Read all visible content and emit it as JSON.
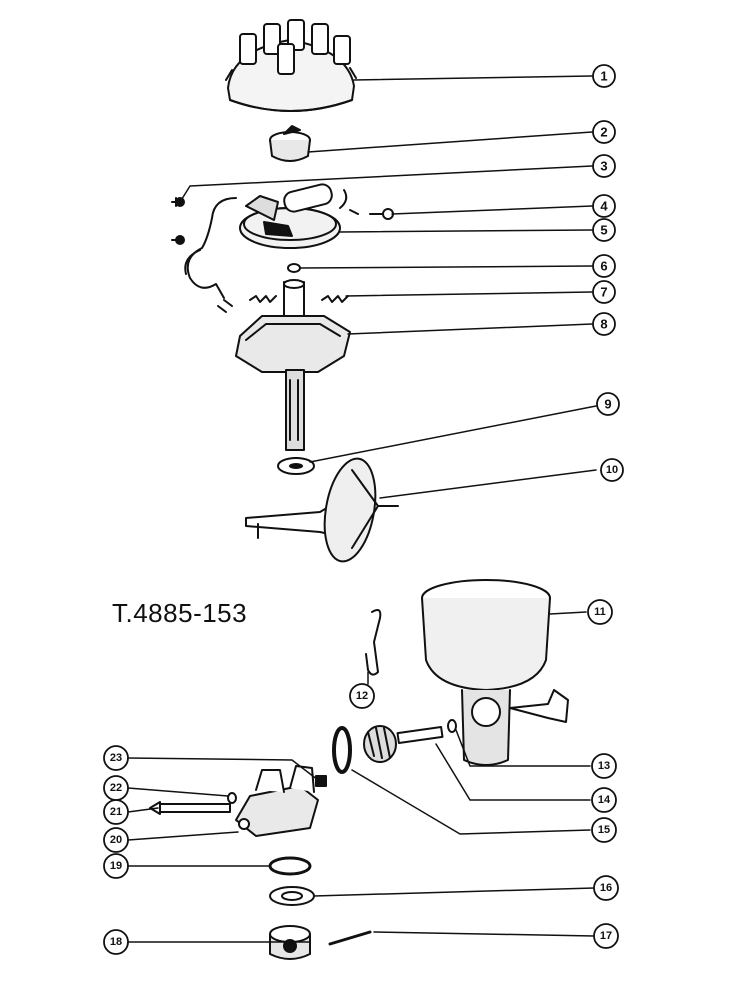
{
  "drawing": {
    "reference": "T.4885-153"
  },
  "callouts": [
    {
      "number": "1"
    },
    {
      "number": "2"
    },
    {
      "number": "3"
    },
    {
      "number": "4"
    },
    {
      "number": "5"
    },
    {
      "number": "6"
    },
    {
      "number": "7"
    },
    {
      "number": "8"
    },
    {
      "number": "9"
    },
    {
      "number": "10"
    },
    {
      "number": "11"
    },
    {
      "number": "12"
    },
    {
      "number": "13"
    },
    {
      "number": "14"
    },
    {
      "number": "15"
    },
    {
      "number": "16"
    },
    {
      "number": "17"
    },
    {
      "number": "18"
    },
    {
      "number": "19"
    },
    {
      "number": "20"
    },
    {
      "number": "21"
    },
    {
      "number": "22"
    },
    {
      "number": "23"
    }
  ],
  "colors": {
    "ink": "#111111",
    "paper": "#ffffff"
  }
}
